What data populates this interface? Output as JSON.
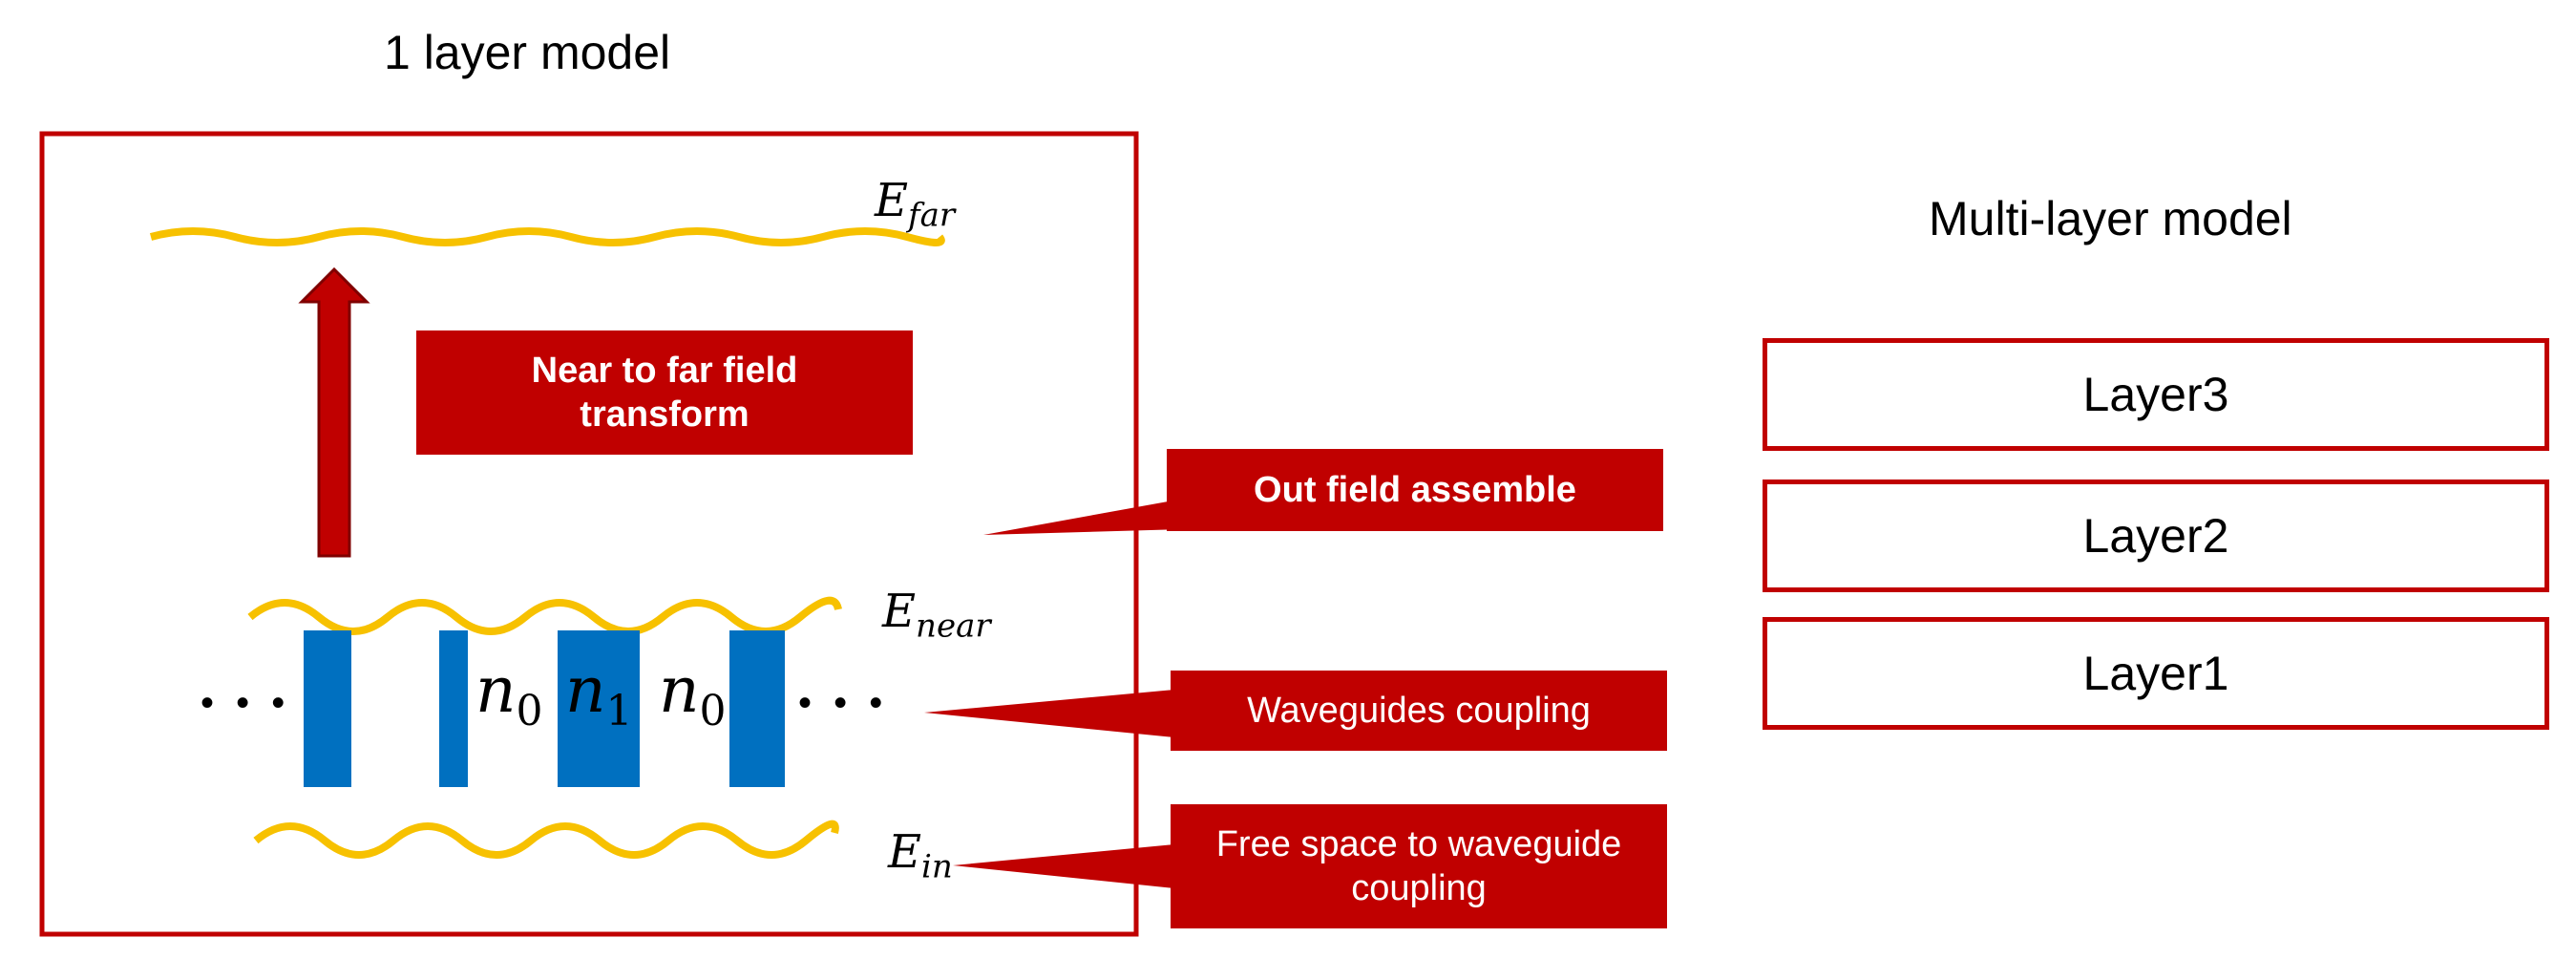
{
  "left_title": "1 layer model",
  "right_title": "Multi-layer model",
  "near_to_far": "Near to far field\ntransform",
  "out_field": "Out field assemble",
  "waveguides": "Waveguides coupling",
  "free_space": "Free space to waveguide\ncoupling",
  "field_labels": {
    "far": "far",
    "near": "near",
    "in": "in",
    "E": "E"
  },
  "index_labels": {
    "n": "n",
    "n0_sub": "0",
    "n1_sub": "1"
  },
  "ellipsis": "• • •",
  "layers": [
    "Layer3",
    "Layer2",
    "Layer1"
  ],
  "colors": {
    "accent": "#c00000",
    "wave": "#f7c100",
    "waveguide": "#0070c0"
  }
}
